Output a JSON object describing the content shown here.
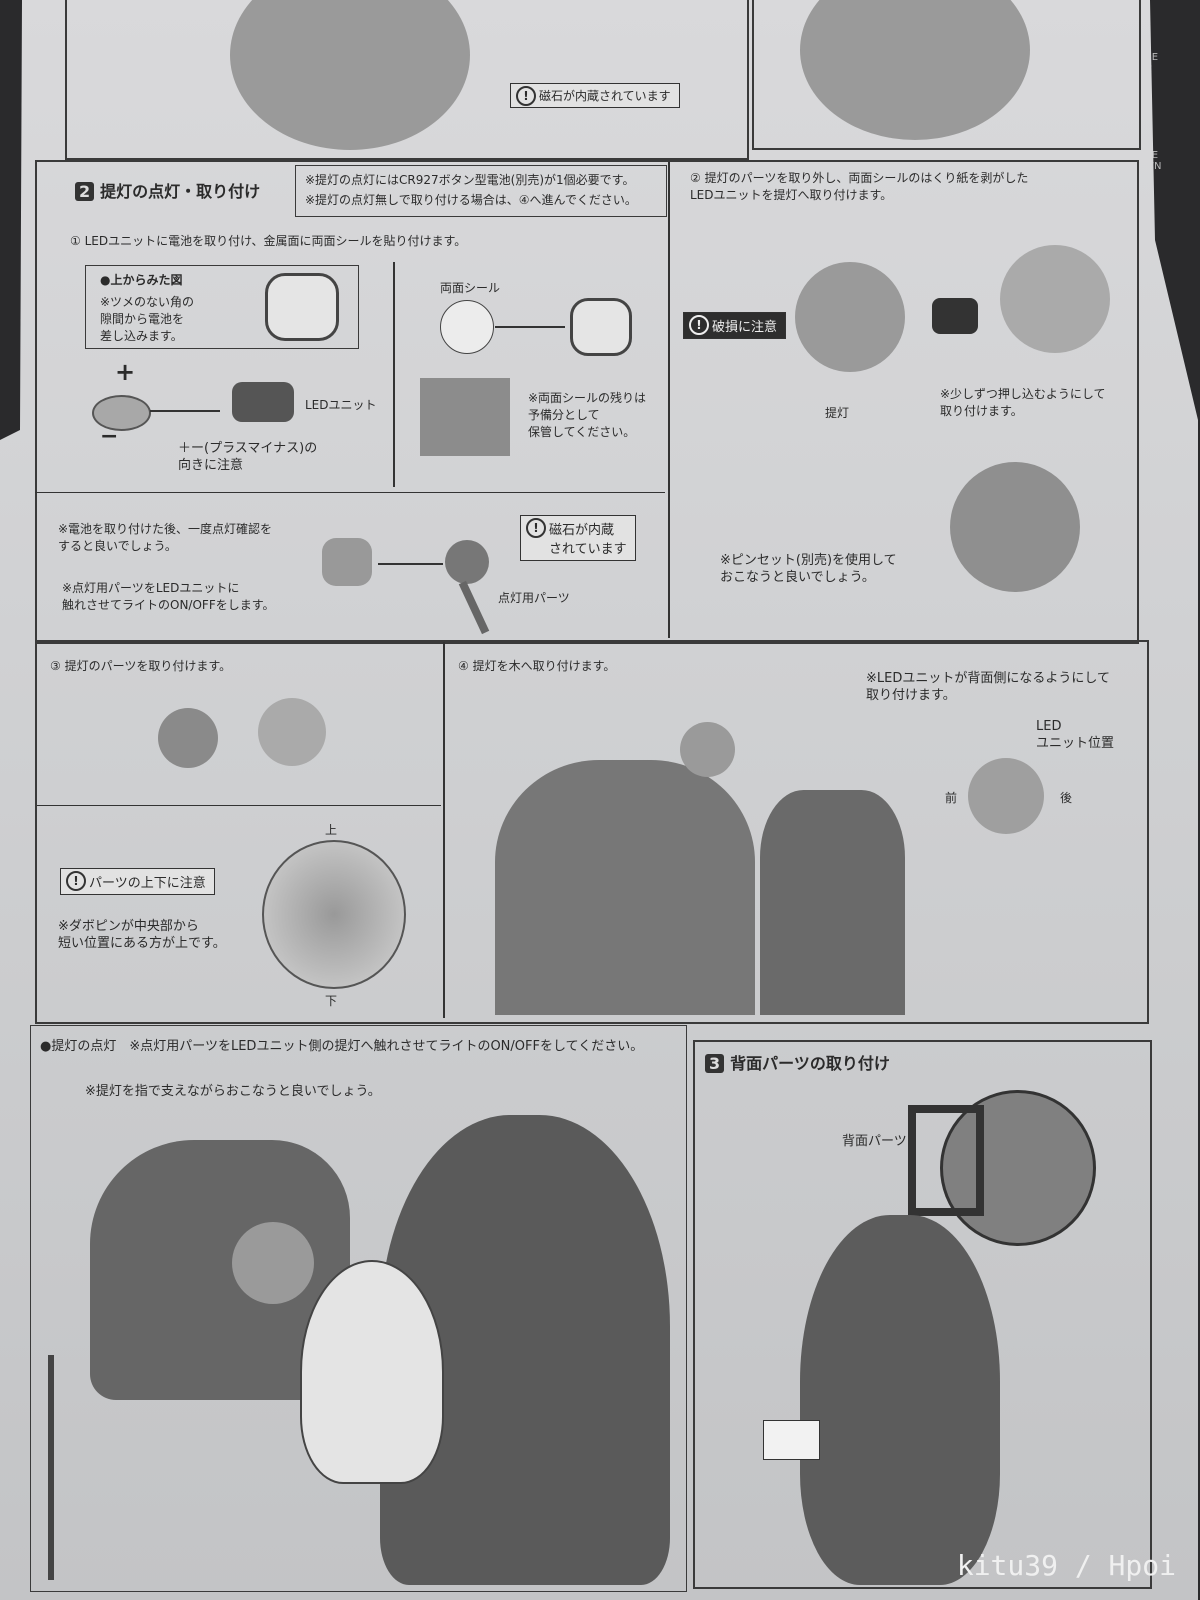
{
  "keyboard": {
    "page_up": "PAGE UP",
    "page_down": "PAGE DOWN"
  },
  "top": {
    "magnet_note": "磁石が内蔵されています"
  },
  "section2": {
    "number": "2",
    "title": "提灯の点灯・取り付け",
    "notes": [
      "※提灯の点灯にはCR927ボタン型電池(別売)が1個必要です。",
      "※提灯の点灯無しで取り付ける場合は、④へ進んでください。"
    ],
    "step1": {
      "title": "① LEDユニットに電池を取り付け、金属面に両面シールを貼り付けます。",
      "top_view": "●上からみた図",
      "insert_note": "※ツメのない角の\n隙間から電池を\n差し込みます。",
      "plus": "+",
      "minus": "−",
      "led_unit": "LEDユニット",
      "polarity_warn": "＋ー(プラスマイナス)の\n向きに注意",
      "tape": "両面シール",
      "tape_note": "※両面シールの残りは\n予備分として\n保管してください。",
      "check_note": "※電池を取り付けた後、一度点灯確認を\nすると良いでしょう。",
      "onoff_note": "※点灯用パーツをLEDユニットに\n触れさせてライトのON/OFFをします。",
      "magnet_warn": "磁石が内蔵\nされています",
      "light_part": "点灯用パーツ"
    },
    "step2": {
      "title": "② 提灯のパーツを取り外し、両面シールのはくり紙を剥がした\nLEDユニットを提灯へ取り付けます。",
      "damage_warn": "破損に注意",
      "lantern": "提灯",
      "push_note": "※少しずつ押し込むようにして\n取り付けます。",
      "tweezers_note": "※ピンセット(別売)を使用して\nおこなうと良いでしょう。"
    },
    "step3": {
      "title": "③ 提灯のパーツを取り付けます。",
      "updown_warn": "パーツの上下に注意",
      "pin_note": "※ダボピンが中央部から\n短い位置にある方が上です。",
      "up": "上",
      "down": "下"
    },
    "step4": {
      "title": "④ 提灯を木へ取り付けます。",
      "back_note": "※LEDユニットが背面側になるようにして\n取り付けます。",
      "led_pos": "LED\nユニット位置",
      "front": "前",
      "back": "後"
    },
    "lighting": {
      "title": "●提灯の点灯　※点灯用パーツをLEDユニット側の提灯へ触れさせてライトのON/OFFをしてください。",
      "finger_note": "※提灯を指で支えながらおこなうと良いでしょう。"
    }
  },
  "section3": {
    "number": "3",
    "title": "背面パーツの取り付け",
    "back_part": "背面パーツ"
  },
  "watermark": "kitu39 / Hpoi"
}
